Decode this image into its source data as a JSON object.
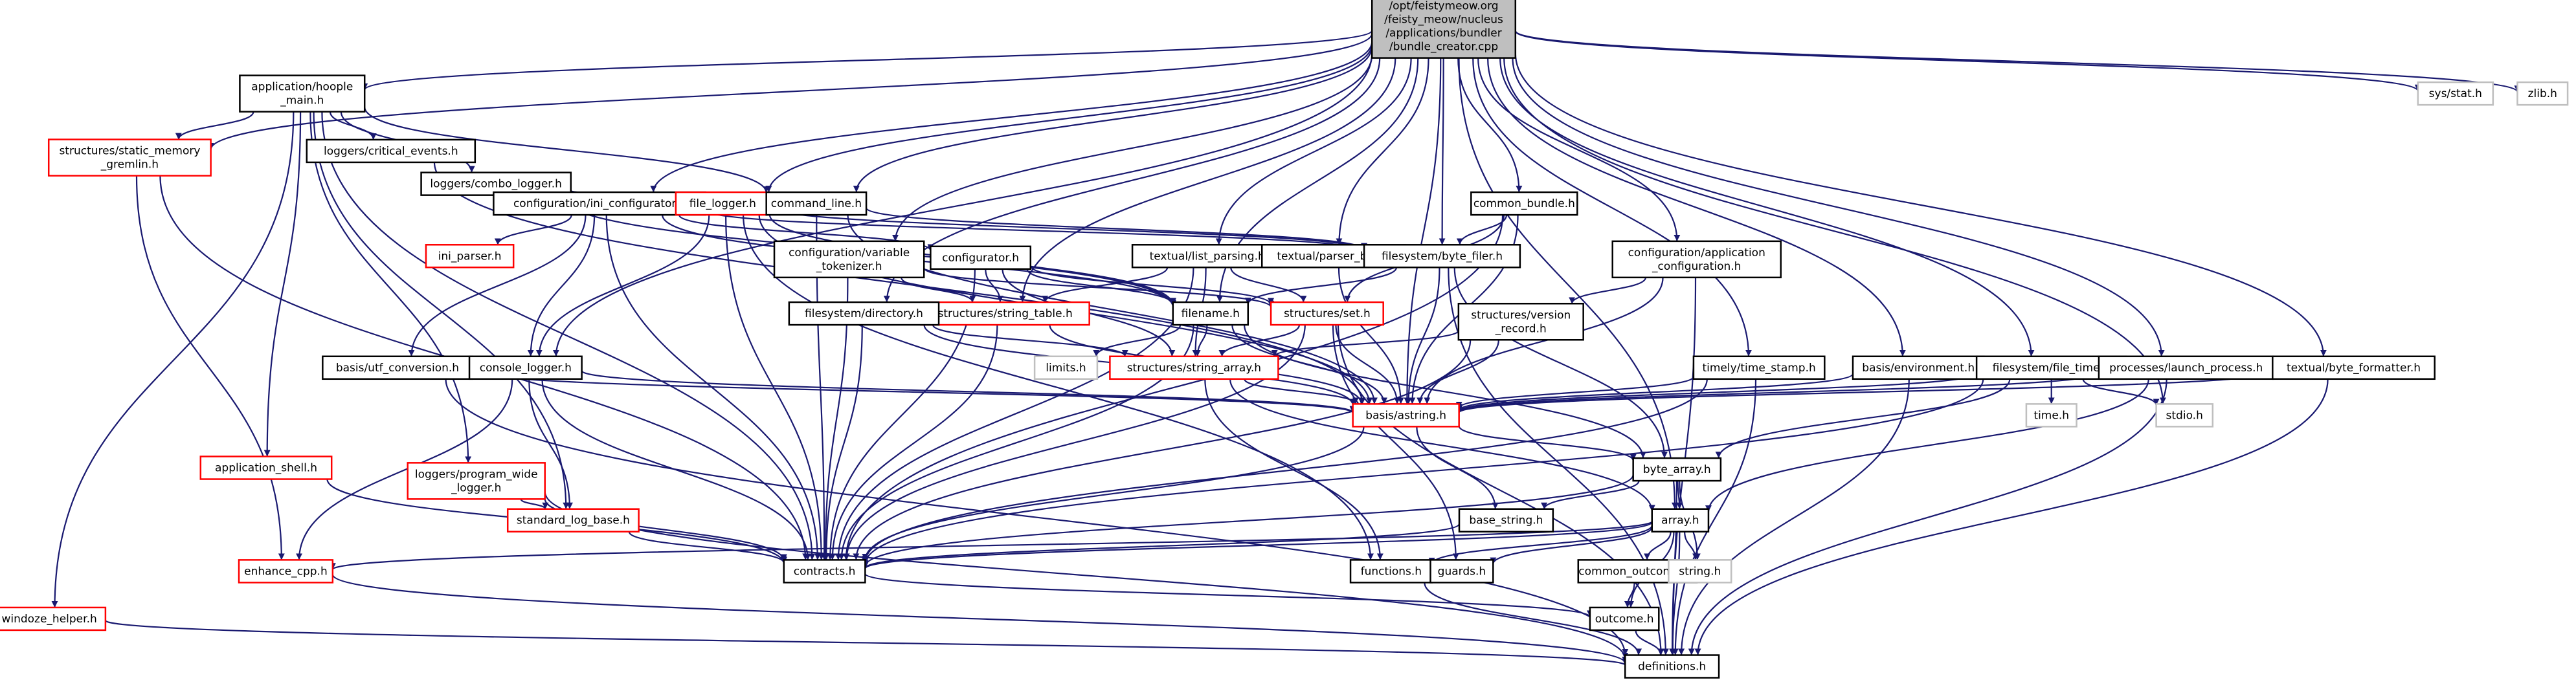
{
  "title": "Include dependency graph for bundle_creator.cpp",
  "colors": {
    "edge": "#191970",
    "root_fill": "#bfbfbf",
    "node_border": "#000000",
    "truncated_border": "#ff0000",
    "system_border": "#bfbfbf",
    "system_text": "#555555"
  },
  "nodes": [
    {
      "id": "root",
      "lines": [
        "/opt/feistymeow.org",
        "/feisty_meow/nucleus",
        "/applications/bundler",
        "/bundle_creator.cpp"
      ],
      "kind": "root"
    },
    {
      "id": "hoople_main",
      "lines": [
        "application/hoople",
        "_main.h"
      ],
      "kind": "normal"
    },
    {
      "id": "static_memory_gremlin",
      "lines": [
        "structures/static_memory",
        "_gremlin.h"
      ],
      "kind": "truncated"
    },
    {
      "id": "critical_events",
      "lines": [
        "loggers/critical_events.h"
      ],
      "kind": "normal"
    },
    {
      "id": "combo_logger",
      "lines": [
        "loggers/combo_logger.h"
      ],
      "kind": "normal"
    },
    {
      "id": "ini_configurator",
      "lines": [
        "configuration/ini_configurator.h"
      ],
      "kind": "normal"
    },
    {
      "id": "file_logger",
      "lines": [
        "file_logger.h"
      ],
      "kind": "truncated"
    },
    {
      "id": "command_line",
      "lines": [
        "command_line.h"
      ],
      "kind": "normal"
    },
    {
      "id": "ini_parser",
      "lines": [
        "ini_parser.h"
      ],
      "kind": "truncated"
    },
    {
      "id": "variable_tokenizer",
      "lines": [
        "configuration/variable",
        "_tokenizer.h"
      ],
      "kind": "normal"
    },
    {
      "id": "configurator",
      "lines": [
        "configurator.h"
      ],
      "kind": "normal"
    },
    {
      "id": "list_parsing",
      "lines": [
        "textual/list_parsing.h"
      ],
      "kind": "normal"
    },
    {
      "id": "parser_bits",
      "lines": [
        "textual/parser_bits.h"
      ],
      "kind": "normal"
    },
    {
      "id": "byte_filer",
      "lines": [
        "filesystem/byte_filer.h"
      ],
      "kind": "normal"
    },
    {
      "id": "common_bundle",
      "lines": [
        "common_bundle.h"
      ],
      "kind": "normal"
    },
    {
      "id": "app_configuration",
      "lines": [
        "configuration/application",
        "_configuration.h"
      ],
      "kind": "normal"
    },
    {
      "id": "string_table",
      "lines": [
        "structures/string_table.h"
      ],
      "kind": "truncated"
    },
    {
      "id": "filename",
      "lines": [
        "filename.h"
      ],
      "kind": "normal"
    },
    {
      "id": "set",
      "lines": [
        "structures/set.h"
      ],
      "kind": "truncated"
    },
    {
      "id": "version_record",
      "lines": [
        "structures/version",
        "_record.h"
      ],
      "kind": "normal"
    },
    {
      "id": "directory",
      "lines": [
        "filesystem/directory.h"
      ],
      "kind": "normal"
    },
    {
      "id": "utf_conversion",
      "lines": [
        "basis/utf_conversion.h"
      ],
      "kind": "normal"
    },
    {
      "id": "console_logger",
      "lines": [
        "console_logger.h"
      ],
      "kind": "normal"
    },
    {
      "id": "limits",
      "lines": [
        "limits.h"
      ],
      "kind": "system"
    },
    {
      "id": "string_array",
      "lines": [
        "structures/string_array.h"
      ],
      "kind": "truncated"
    },
    {
      "id": "astring",
      "lines": [
        "basis/astring.h"
      ],
      "kind": "truncated"
    },
    {
      "id": "time_stamp",
      "lines": [
        "timely/time_stamp.h"
      ],
      "kind": "normal"
    },
    {
      "id": "environment",
      "lines": [
        "basis/environment.h"
      ],
      "kind": "normal"
    },
    {
      "id": "file_time",
      "lines": [
        "filesystem/file_time.h"
      ],
      "kind": "normal"
    },
    {
      "id": "launch_process",
      "lines": [
        "processes/launch_process.h"
      ],
      "kind": "normal"
    },
    {
      "id": "byte_formatter",
      "lines": [
        "textual/byte_formatter.h"
      ],
      "kind": "normal"
    },
    {
      "id": "time_h",
      "lines": [
        "time.h"
      ],
      "kind": "system"
    },
    {
      "id": "stdio_h",
      "lines": [
        "stdio.h"
      ],
      "kind": "system"
    },
    {
      "id": "byte_array",
      "lines": [
        "byte_array.h"
      ],
      "kind": "normal"
    },
    {
      "id": "application_shell",
      "lines": [
        "application_shell.h"
      ],
      "kind": "truncated"
    },
    {
      "id": "program_wide_logger",
      "lines": [
        "loggers/program_wide",
        "_logger.h"
      ],
      "kind": "truncated"
    },
    {
      "id": "standard_log_base",
      "lines": [
        "standard_log_base.h"
      ],
      "kind": "truncated"
    },
    {
      "id": "base_string",
      "lines": [
        "base_string.h"
      ],
      "kind": "normal"
    },
    {
      "id": "array",
      "lines": [
        "array.h"
      ],
      "kind": "normal"
    },
    {
      "id": "enhance_cpp",
      "lines": [
        "enhance_cpp.h"
      ],
      "kind": "truncated"
    },
    {
      "id": "contracts",
      "lines": [
        "contracts.h"
      ],
      "kind": "normal"
    },
    {
      "id": "functions",
      "lines": [
        "functions.h"
      ],
      "kind": "normal"
    },
    {
      "id": "guards",
      "lines": [
        "guards.h"
      ],
      "kind": "normal"
    },
    {
      "id": "common_outcomes",
      "lines": [
        "common_outcomes.h"
      ],
      "kind": "normal"
    },
    {
      "id": "string_h",
      "lines": [
        "string.h"
      ],
      "kind": "system"
    },
    {
      "id": "outcome",
      "lines": [
        "outcome.h"
      ],
      "kind": "normal"
    },
    {
      "id": "windoze_helper",
      "lines": [
        "windoze_helper.h"
      ],
      "kind": "truncated"
    },
    {
      "id": "definitions",
      "lines": [
        "definitions.h"
      ],
      "kind": "normal"
    },
    {
      "id": "sys_stat",
      "lines": [
        "sys/stat.h"
      ],
      "kind": "system"
    },
    {
      "id": "zlib",
      "lines": [
        "zlib.h"
      ],
      "kind": "system"
    }
  ],
  "edges": [
    [
      "root",
      "hoople_main"
    ],
    [
      "root",
      "static_memory_gremlin"
    ],
    [
      "root",
      "ini_configurator"
    ],
    [
      "root",
      "file_logger"
    ],
    [
      "root",
      "command_line"
    ],
    [
      "root",
      "variable_tokenizer"
    ],
    [
      "root",
      "list_parsing"
    ],
    [
      "root",
      "parser_bits"
    ],
    [
      "root",
      "byte_filer"
    ],
    [
      "root",
      "common_bundle"
    ],
    [
      "root",
      "app_configuration"
    ],
    [
      "root",
      "string_table"
    ],
    [
      "root",
      "filename"
    ],
    [
      "root",
      "directory"
    ],
    [
      "root",
      "console_logger"
    ],
    [
      "root",
      "time_stamp"
    ],
    [
      "root",
      "environment"
    ],
    [
      "root",
      "file_time"
    ],
    [
      "root",
      "launch_process"
    ],
    [
      "root",
      "byte_formatter"
    ],
    [
      "root",
      "stdio_h"
    ],
    [
      "root",
      "array"
    ],
    [
      "root",
      "sys_stat"
    ],
    [
      "root",
      "zlib"
    ],
    [
      "root",
      "astring"
    ],
    [
      "hoople_main",
      "static_memory_gremlin"
    ],
    [
      "hoople_main",
      "critical_events"
    ],
    [
      "hoople_main",
      "combo_logger"
    ],
    [
      "hoople_main",
      "command_line"
    ],
    [
      "hoople_main",
      "application_shell"
    ],
    [
      "hoople_main",
      "program_wide_logger"
    ],
    [
      "hoople_main",
      "windoze_helper"
    ],
    [
      "hoople_main",
      "contracts"
    ],
    [
      "hoople_main",
      "standard_log_base"
    ],
    [
      "static_memory_gremlin",
      "enhance_cpp"
    ],
    [
      "static_memory_gremlin",
      "contracts"
    ],
    [
      "critical_events",
      "astring"
    ],
    [
      "combo_logger",
      "file_logger"
    ],
    [
      "combo_logger",
      "filename"
    ],
    [
      "ini_configurator",
      "ini_parser"
    ],
    [
      "ini_configurator",
      "configurator"
    ],
    [
      "ini_configurator",
      "byte_filer"
    ],
    [
      "ini_configurator",
      "utf_conversion"
    ],
    [
      "ini_configurator",
      "console_logger"
    ],
    [
      "ini_configurator",
      "filename"
    ],
    [
      "ini_configurator",
      "contracts"
    ],
    [
      "file_logger",
      "byte_filer"
    ],
    [
      "file_logger",
      "console_logger"
    ],
    [
      "file_logger",
      "astring"
    ],
    [
      "file_logger",
      "contracts"
    ],
    [
      "file_logger",
      "functions"
    ],
    [
      "file_logger",
      "filename"
    ],
    [
      "command_line",
      "contracts"
    ],
    [
      "command_line",
      "byte_filer"
    ],
    [
      "command_line",
      "astring"
    ],
    [
      "variable_tokenizer",
      "string_table"
    ],
    [
      "variable_tokenizer",
      "contracts"
    ],
    [
      "variable_tokenizer",
      "set"
    ],
    [
      "configurator",
      "string_table"
    ],
    [
      "configurator",
      "string_array"
    ],
    [
      "configurator",
      "set"
    ],
    [
      "configurator",
      "contracts"
    ],
    [
      "configurator",
      "filename"
    ],
    [
      "list_parsing",
      "string_table"
    ],
    [
      "list_parsing",
      "set"
    ],
    [
      "list_parsing",
      "contracts"
    ],
    [
      "list_parsing",
      "string_array"
    ],
    [
      "parser_bits",
      "astring"
    ],
    [
      "byte_filer",
      "filename"
    ],
    [
      "byte_filer",
      "astring"
    ],
    [
      "byte_filer",
      "byte_array"
    ],
    [
      "byte_filer",
      "definitions"
    ],
    [
      "common_bundle",
      "byte_filer"
    ],
    [
      "common_bundle",
      "set"
    ],
    [
      "common_bundle",
      "astring"
    ],
    [
      "common_bundle",
      "contracts"
    ],
    [
      "app_configuration",
      "version_record"
    ],
    [
      "app_configuration",
      "astring"
    ],
    [
      "app_configuration",
      "definitions"
    ],
    [
      "string_table",
      "astring"
    ],
    [
      "string_table",
      "contracts"
    ],
    [
      "filename",
      "string_array"
    ],
    [
      "filename",
      "limits"
    ],
    [
      "filename",
      "astring"
    ],
    [
      "filename",
      "byte_array"
    ],
    [
      "filename",
      "contracts"
    ],
    [
      "set",
      "string_array"
    ],
    [
      "set",
      "astring"
    ],
    [
      "set",
      "contracts"
    ],
    [
      "set",
      "guards"
    ],
    [
      "set",
      "definitions"
    ],
    [
      "version_record",
      "string_array"
    ],
    [
      "version_record",
      "astring"
    ],
    [
      "version_record",
      "contracts"
    ],
    [
      "directory",
      "string_array"
    ],
    [
      "directory",
      "astring"
    ],
    [
      "directory",
      "contracts"
    ],
    [
      "utf_conversion",
      "astring"
    ],
    [
      "utf_conversion",
      "definitions"
    ],
    [
      "console_logger",
      "astring"
    ],
    [
      "console_logger",
      "standard_log_base"
    ],
    [
      "console_logger",
      "contracts"
    ],
    [
      "console_logger",
      "enhance_cpp"
    ],
    [
      "string_array",
      "astring"
    ],
    [
      "string_array",
      "functions"
    ],
    [
      "string_array",
      "array"
    ],
    [
      "astring",
      "byte_array"
    ],
    [
      "astring",
      "base_string"
    ],
    [
      "astring",
      "contracts"
    ],
    [
      "time_stamp",
      "astring"
    ],
    [
      "time_stamp",
      "contracts"
    ],
    [
      "time_stamp",
      "definitions"
    ],
    [
      "environment",
      "astring"
    ],
    [
      "environment",
      "definitions"
    ],
    [
      "file_time",
      "byte_array"
    ],
    [
      "file_time",
      "time_h"
    ],
    [
      "file_time",
      "stdio_h"
    ],
    [
      "file_time",
      "astring"
    ],
    [
      "file_time",
      "contracts"
    ],
    [
      "launch_process",
      "array"
    ],
    [
      "launch_process",
      "astring"
    ],
    [
      "launch_process",
      "definitions"
    ],
    [
      "byte_formatter",
      "astring"
    ],
    [
      "byte_formatter",
      "definitions"
    ],
    [
      "byte_array",
      "array"
    ],
    [
      "byte_array",
      "base_string"
    ],
    [
      "byte_array",
      "contracts"
    ],
    [
      "byte_array",
      "string_h"
    ],
    [
      "byte_array",
      "definitions"
    ],
    [
      "application_shell",
      "contracts"
    ],
    [
      "program_wide_logger",
      "standard_log_base"
    ],
    [
      "program_wide_logger",
      "contracts"
    ],
    [
      "program_wide_logger",
      "definitions"
    ],
    [
      "standard_log_base",
      "contracts"
    ],
    [
      "base_string",
      "contracts"
    ],
    [
      "array",
      "contracts"
    ],
    [
      "array",
      "common_outcomes"
    ],
    [
      "array",
      "outcome"
    ],
    [
      "array",
      "string_h"
    ],
    [
      "array",
      "definitions"
    ],
    [
      "array",
      "functions"
    ],
    [
      "array",
      "guards"
    ],
    [
      "array",
      "enhance_cpp"
    ],
    [
      "enhance_cpp",
      "definitions"
    ],
    [
      "contracts",
      "outcome"
    ],
    [
      "functions",
      "definitions"
    ],
    [
      "common_outcomes",
      "outcome"
    ],
    [
      "outcome",
      "definitions"
    ],
    [
      "windoze_helper",
      "definitions"
    ]
  ]
}
